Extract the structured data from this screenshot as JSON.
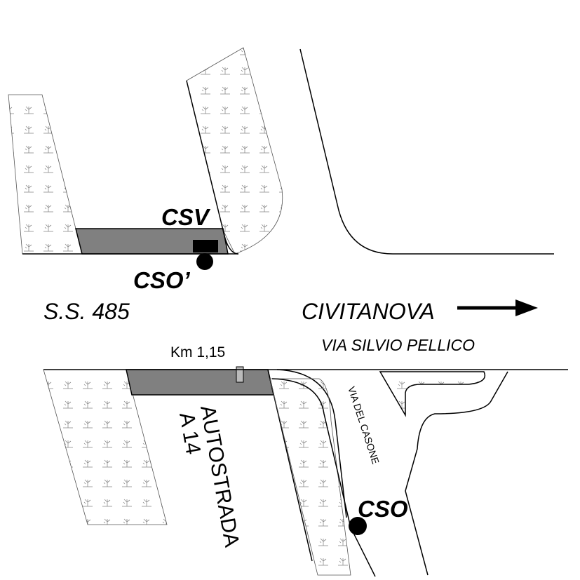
{
  "map": {
    "labels": {
      "csv": "CSV",
      "cso_prime": "CSO’",
      "cso": "CSO",
      "ss485": "S.S. 485",
      "civitanova": "CIVITANOVA",
      "via_silvio_pellico": "VIA SILVIO PELLICO",
      "km": "Km 1,15",
      "via_del_casone": "VIA DEL CASONE",
      "autostrada": "AUTOSTRADA",
      "a14": "A 14"
    },
    "colors": {
      "line": "#000000",
      "shaded_band": "#808080",
      "vegetation": "#888888",
      "background": "#ffffff"
    },
    "symbols": {
      "direction_arrow": "right-arrow-icon",
      "station_circle": "filled-circle-icon",
      "station_square": "filled-square-icon",
      "vegetation_pattern": "grass-hatch-pattern",
      "km_marker": "km-post-icon"
    }
  }
}
